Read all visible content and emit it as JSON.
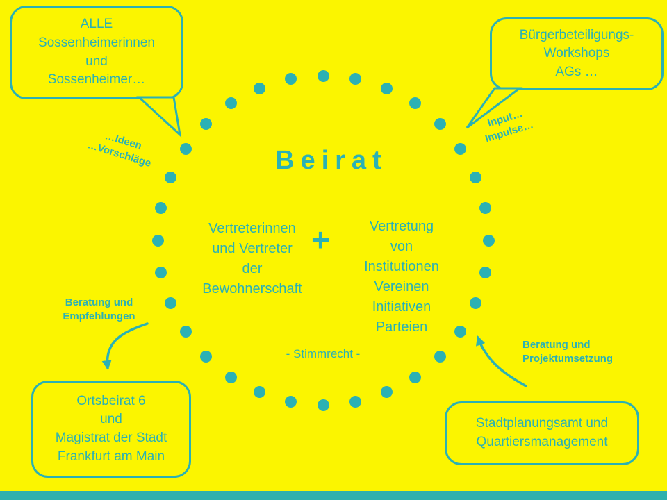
{
  "colors": {
    "background": "#fbf500",
    "accent": "#2bb1b4",
    "footer_bar": "#2fb0ad"
  },
  "diagram": {
    "dot_count": 32
  },
  "center": {
    "title": "Beirat",
    "left_group": "Vertreterinnen\nund Vertreter\nder\nBewohnerschaft",
    "plus": "+",
    "right_group": "Vertretung\nvon\nInstitutionen\nVereinen\nInitiativen\nParteien",
    "voting_note": "- Stimmrecht -"
  },
  "bubbles": {
    "top_left": "ALLE\nSossenheimerinnen\nund\nSossenheimer…",
    "top_right": "Bürgerbeteiligungs-\nWorkshops\nAGs …",
    "bottom_left": "Ortsbeirat 6\nund\nMagistrat der Stadt\nFrankfurt am Main",
    "bottom_right": "Stadtplanungsamt und\nQuartiersmanagement"
  },
  "labels": {
    "ideas": "…Ideen\n…Vorschläge",
    "input": "Input…\nImpulse…",
    "advice_left": "Beratung und\nEmpfehlungen",
    "advice_right": "Beratung und\nProjektumsetzung"
  }
}
